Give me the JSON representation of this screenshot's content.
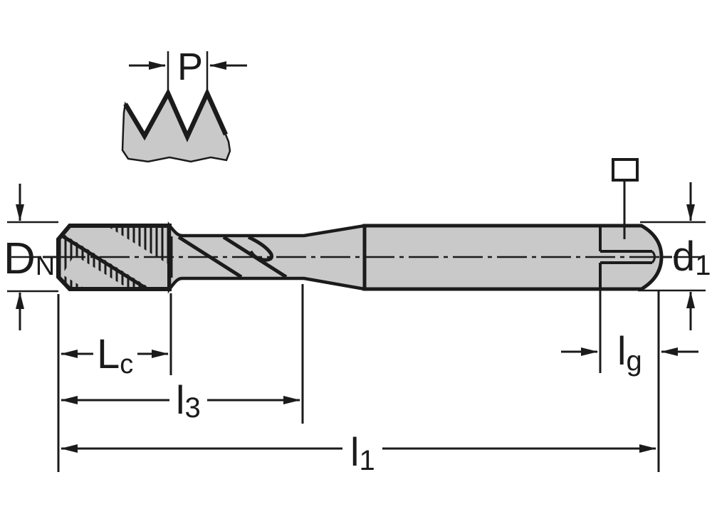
{
  "colors": {
    "line": "#1b1b1b",
    "body_fill": "#c9c9c9",
    "background": "#ffffff"
  },
  "dimensions": {
    "pitch": {
      "base": "P",
      "sub": ""
    },
    "nominal_diameter": {
      "base": "D",
      "sub": "N"
    },
    "shank_diameter": {
      "base": "d",
      "sub": "1"
    },
    "chamfer_length": {
      "base": "L",
      "sub": "c"
    },
    "thread_length": {
      "base": "l",
      "sub": "3"
    },
    "overall_length": {
      "base": "l",
      "sub": "1"
    },
    "square_length": {
      "base": "l",
      "sub": "g"
    }
  }
}
